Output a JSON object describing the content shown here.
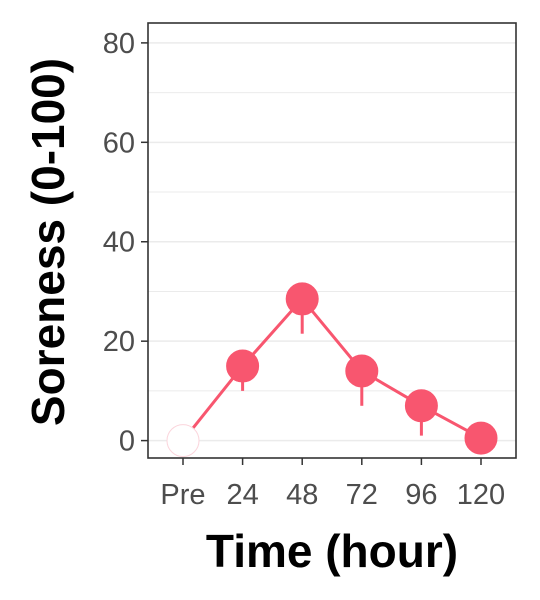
{
  "chart_data": {
    "type": "line",
    "title": "",
    "xlabel": "Time (hour)",
    "ylabel": "Soreness (0-100)",
    "categories": [
      "Pre",
      "24",
      "48",
      "72",
      "96",
      "120"
    ],
    "series": [
      {
        "values": [
          0,
          15,
          28.5,
          14,
          7,
          0.5
        ],
        "error_low": [
          0,
          10,
          21.5,
          7,
          1,
          0.5
        ]
      }
    ],
    "ylim": [
      -3.5,
      84
    ],
    "yticks": [
      "0",
      "20",
      "40",
      "60",
      "80"
    ],
    "grid": true,
    "legend": "none",
    "colors": {
      "series": "#f8566f",
      "grid": "#ebebeb",
      "panel_border": "#333333",
      "tick_text": "#4d4d4d",
      "pre_marker_fill": "#ffffff"
    }
  }
}
